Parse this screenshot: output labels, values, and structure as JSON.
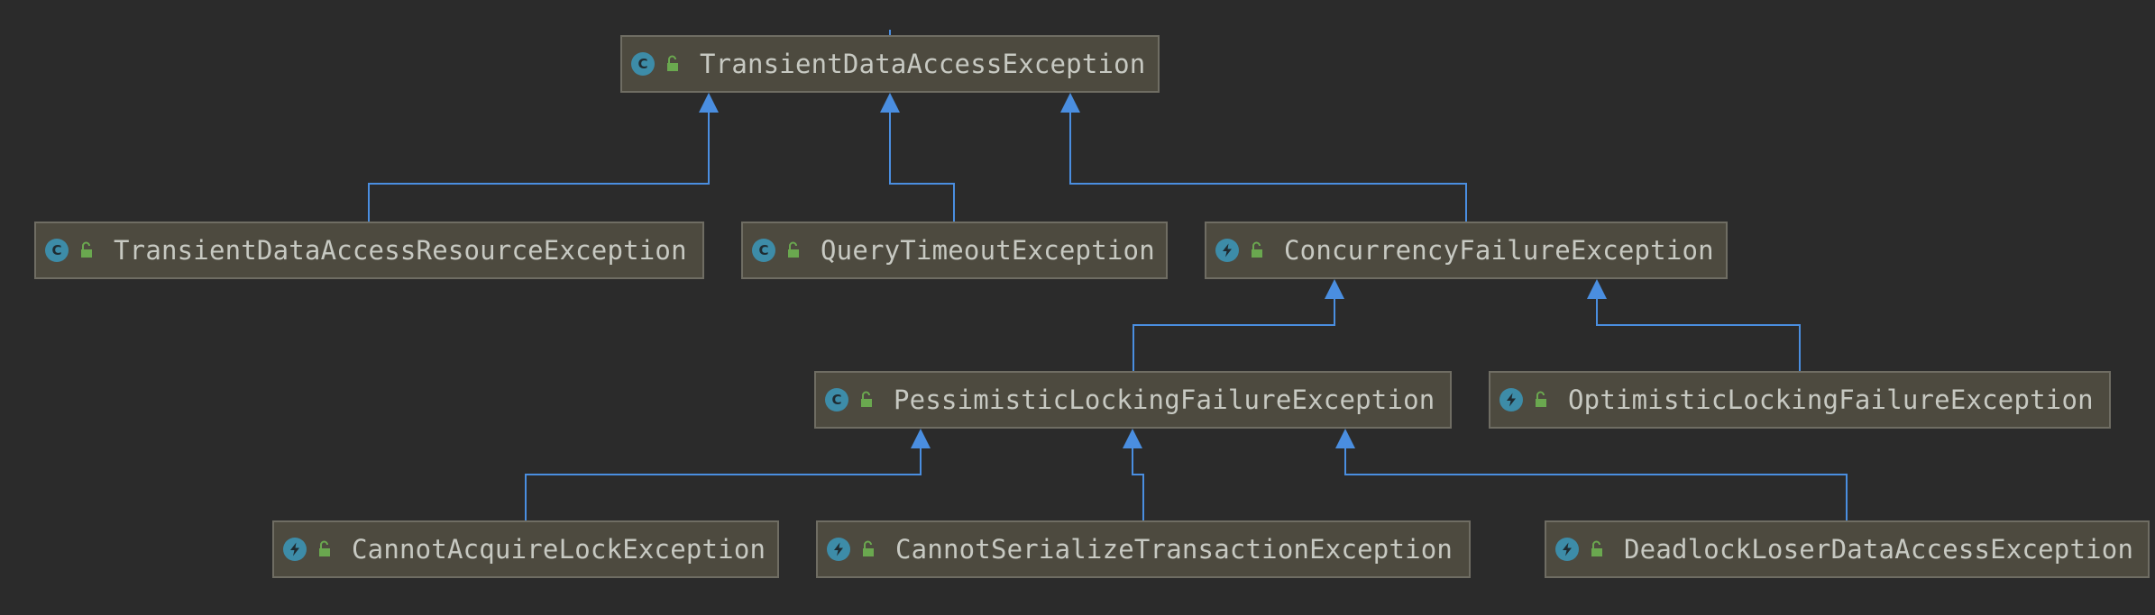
{
  "diagram": {
    "nodes": [
      {
        "id": "tdae",
        "label": "TransientDataAccessException",
        "kind": "class"
      },
      {
        "id": "tdare",
        "label": "TransientDataAccessResourceException",
        "kind": "class"
      },
      {
        "id": "qte",
        "label": "QueryTimeoutException",
        "kind": "class"
      },
      {
        "id": "cfe",
        "label": "ConcurrencyFailureException",
        "kind": "exception"
      },
      {
        "id": "plfe",
        "label": "PessimisticLockingFailureException",
        "kind": "class"
      },
      {
        "id": "olfe",
        "label": "OptimisticLockingFailureException",
        "kind": "exception"
      },
      {
        "id": "cale",
        "label": "CannotAcquireLockException",
        "kind": "exception"
      },
      {
        "id": "cste",
        "label": "CannotSerializeTransactionException",
        "kind": "exception"
      },
      {
        "id": "dldae",
        "label": "DeadlockLoserDataAccessException",
        "kind": "exception"
      }
    ],
    "edges": [
      {
        "from": "tdare",
        "to": "tdae"
      },
      {
        "from": "qte",
        "to": "tdae"
      },
      {
        "from": "cfe",
        "to": "tdae"
      },
      {
        "from": "plfe",
        "to": "cfe"
      },
      {
        "from": "olfe",
        "to": "cfe"
      },
      {
        "from": "cale",
        "to": "plfe"
      },
      {
        "from": "cste",
        "to": "plfe"
      },
      {
        "from": "dldae",
        "to": "plfe"
      }
    ],
    "colors": {
      "background": "#2b2b2b",
      "node_fill": "#4d4a3f",
      "node_border": "#6f6d63",
      "edge": "#4a8ee0",
      "text": "#c7c9c2",
      "icon_circle": "#3d8ca8",
      "lock": "#6aa84f"
    }
  }
}
